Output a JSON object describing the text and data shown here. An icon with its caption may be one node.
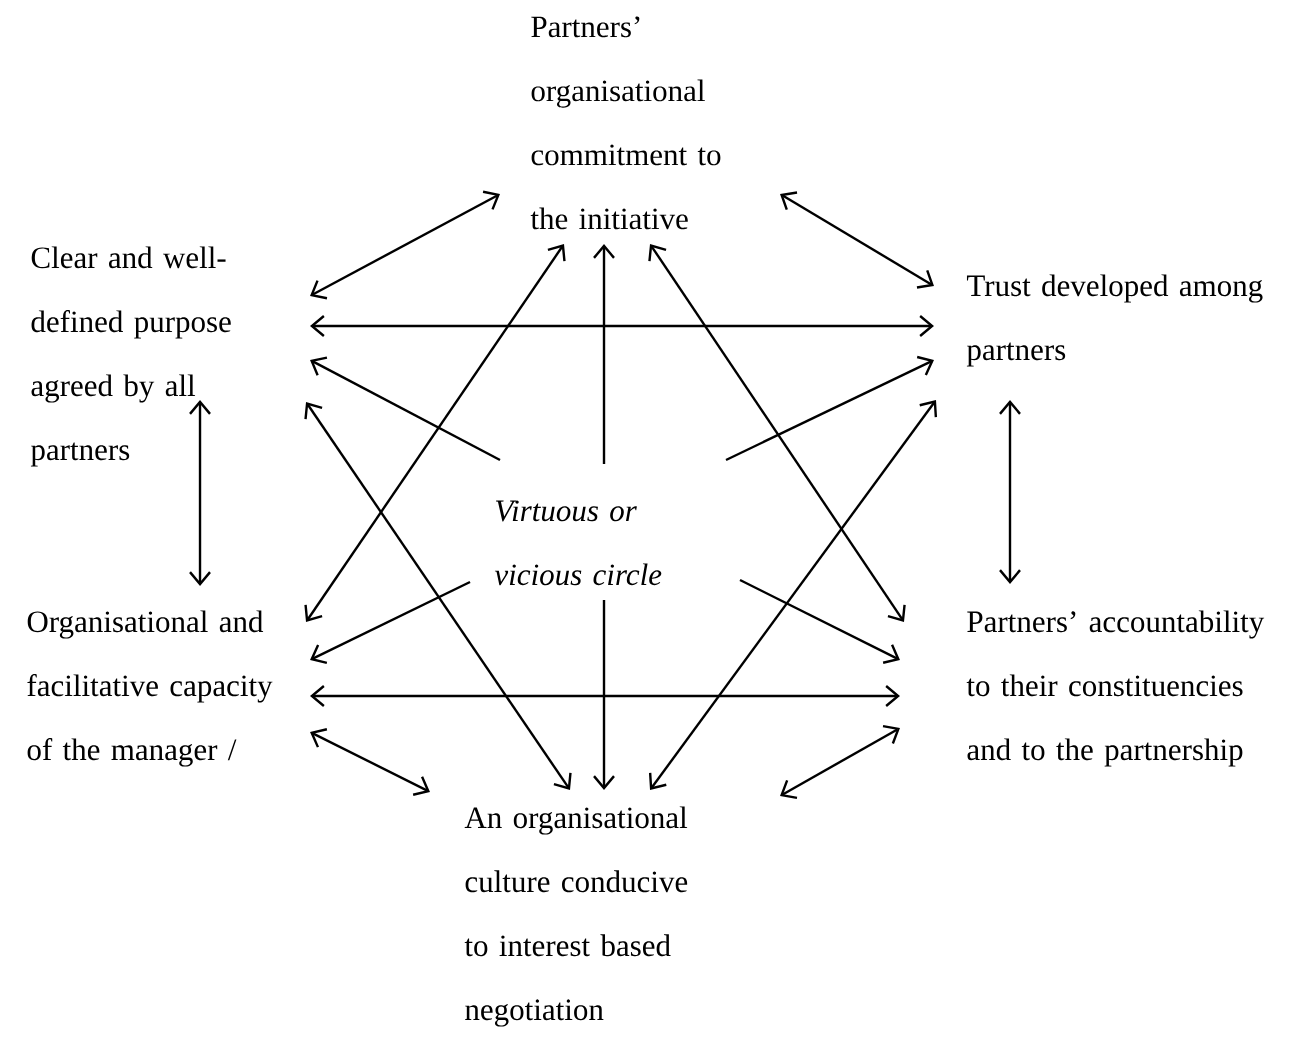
{
  "diagram": {
    "nodes": [
      {
        "text": [
          "Partners’ organisational commitment to the initiative"
        ]
      },
      {
        "text": [
          "Clear and well-defined purpose agreed by all partners"
        ]
      },
      {
        "text": [
          "Trust developed among partners"
        ]
      },
      {
        "text": [
          "Virtuous or vicious circle"
        ]
      },
      {
        "text": [
          "Organisational and facilitative capacity of the manager /"
        ]
      },
      {
        "text": [
          "Partners’ accountability to their constituencies and to the partnership"
        ]
      },
      {
        "text": [
          "An organisational culture conducive to interest based negotiation"
        ]
      }
    ],
    "edges": [
      {
        "from": 1,
        "to": 0,
        "arrow": "both"
      },
      {
        "from": 0,
        "to": 2,
        "arrow": "both"
      },
      {
        "from": 1,
        "to": 2,
        "arrow": "both"
      },
      {
        "from": 1,
        "to": 4,
        "arrow": "both"
      },
      {
        "from": 2,
        "to": 5,
        "arrow": "both"
      },
      {
        "from": 4,
        "to": 5,
        "arrow": "both"
      },
      {
        "from": 4,
        "to": 6,
        "arrow": "both"
      },
      {
        "from": 6,
        "to": 5,
        "arrow": "both"
      },
      {
        "from": 0,
        "to": 4,
        "arrow": "both"
      },
      {
        "from": 1,
        "to": 6,
        "arrow": "both"
      },
      {
        "from": 0,
        "to": 5,
        "arrow": "both"
      },
      {
        "from": 2,
        "to": 6,
        "arrow": "both"
      },
      {
        "from": 3,
        "to": 0,
        "arrow": "to"
      },
      {
        "from": 3,
        "to": 1,
        "arrow": "to"
      },
      {
        "from": 3,
        "to": 2,
        "arrow": "to"
      },
      {
        "from": 3,
        "to": 4,
        "arrow": "to"
      },
      {
        "from": 3,
        "to": 5,
        "arrow": "to"
      },
      {
        "from": 3,
        "to": 6,
        "arrow": "to"
      }
    ]
  }
}
